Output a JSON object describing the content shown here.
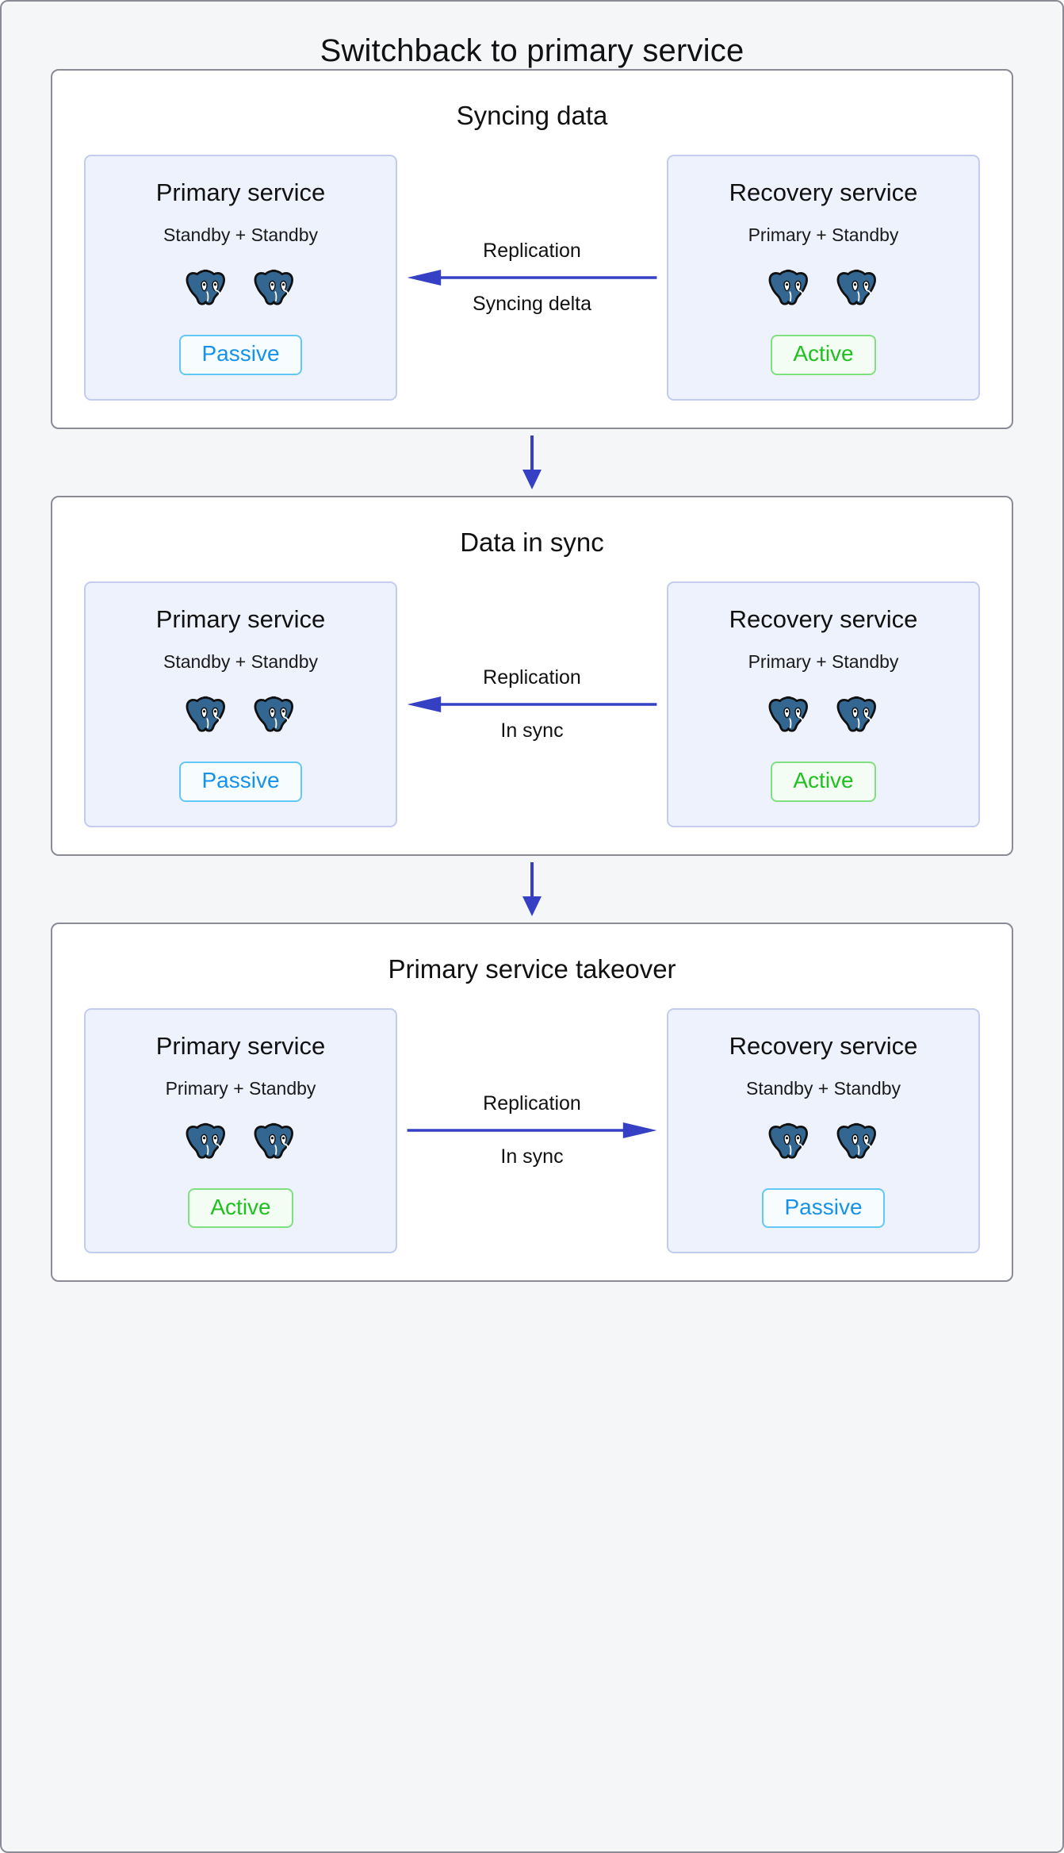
{
  "diagram": {
    "title": "Switchback to primary service",
    "colors": {
      "canvas_background": "#f5f6f8",
      "panel_background": "#ffffff",
      "panel_border": "#8b8b96",
      "service_background": "#eef2fd",
      "service_border": "#c3ccee",
      "arrow": "#3640c4",
      "active_text": "#20c020",
      "active_border": "#7fe07f",
      "passive_text": "#1692e8",
      "passive_border": "#62c8f5",
      "postgres_body": "#336791"
    },
    "stages": [
      {
        "title": "Syncing data",
        "left_service": {
          "name": "Primary service",
          "roles": "Standby + Standby",
          "status": "Passive",
          "status_kind": "passive",
          "node_icons": [
            "postgres-elephant-icon",
            "postgres-elephant-icon"
          ]
        },
        "right_service": {
          "name": "Recovery service",
          "roles": "Primary + Standby",
          "status": "Active",
          "status_kind": "active",
          "node_icons": [
            "postgres-elephant-icon",
            "postgres-elephant-icon"
          ]
        },
        "link": {
          "top_label": "Replication",
          "bottom_label": "Syncing delta",
          "direction": "left",
          "icon": "arrow-left-icon"
        }
      },
      {
        "title": "Data in sync",
        "left_service": {
          "name": "Primary service",
          "roles": "Standby + Standby",
          "status": "Passive",
          "status_kind": "passive",
          "node_icons": [
            "postgres-elephant-icon",
            "postgres-elephant-icon"
          ]
        },
        "right_service": {
          "name": "Recovery service",
          "roles": "Primary + Standby",
          "status": "Active",
          "status_kind": "active",
          "node_icons": [
            "postgres-elephant-icon",
            "postgres-elephant-icon"
          ]
        },
        "link": {
          "top_label": "Replication",
          "bottom_label": "In sync",
          "direction": "left",
          "icon": "arrow-left-icon"
        }
      },
      {
        "title": "Primary service takeover",
        "left_service": {
          "name": "Primary service",
          "roles": "Primary + Standby",
          "status": "Active",
          "status_kind": "active",
          "node_icons": [
            "postgres-elephant-icon",
            "postgres-elephant-icon"
          ]
        },
        "right_service": {
          "name": "Recovery service",
          "roles": "Standby + Standby",
          "status": "Passive",
          "status_kind": "passive",
          "node_icons": [
            "postgres-elephant-icon",
            "postgres-elephant-icon"
          ]
        },
        "link": {
          "top_label": "Replication",
          "bottom_label": "In sync",
          "direction": "right",
          "icon": "arrow-right-icon"
        }
      }
    ],
    "connectors": [
      {
        "icon": "arrow-down-icon",
        "from_stage": 0,
        "to_stage": 1
      },
      {
        "icon": "arrow-down-icon",
        "from_stage": 1,
        "to_stage": 2
      }
    ]
  }
}
